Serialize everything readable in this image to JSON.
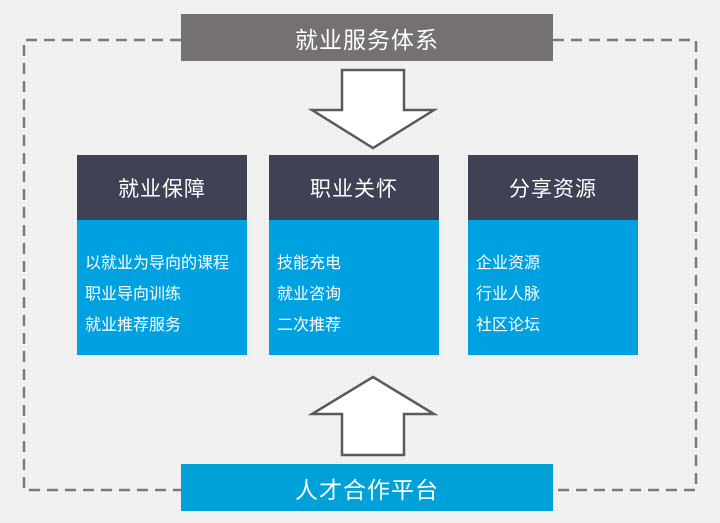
{
  "diagram": {
    "top_title": "就业服务体系",
    "bottom_title": "人才合作平台",
    "columns": [
      {
        "title": "就业保障",
        "items": [
          "以就业为导向的课程",
          "职业导向训练",
          "就业推荐服务"
        ]
      },
      {
        "title": "职业关怀",
        "items": [
          "技能充电",
          "就业咨询",
          "二次推荐"
        ]
      },
      {
        "title": "分享资源",
        "items": [
          "企业资源",
          "行业人脉",
          "社区论坛"
        ]
      }
    ],
    "colors": {
      "top_banner": "#767171",
      "bottom_banner": "#00a1d9",
      "column_header": "#3f4254",
      "column_body": "#00a1e0",
      "arrow_stroke": "#5a5a5a",
      "dashed_border": "#7a7a7a"
    }
  }
}
